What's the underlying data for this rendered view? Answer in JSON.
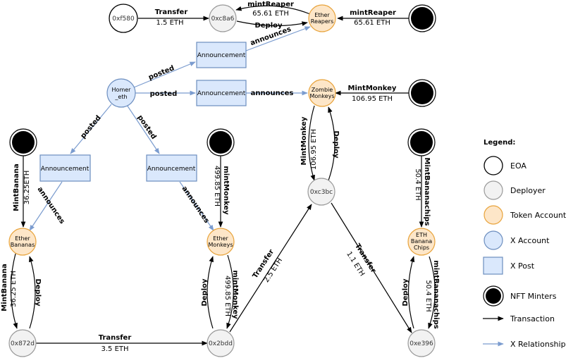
{
  "nodes": {
    "eoa_0xf580": "0xf580",
    "deployer_0xc8a6": "0xc8a6",
    "token_ether_reapers": [
      "Ether",
      "Reapers"
    ],
    "x_homer": [
      "Homer",
      "_eth"
    ],
    "post_announcement": "Announcement",
    "token_zombie_monkeys": [
      "Zombie",
      "Monkeys"
    ],
    "deployer_0xc3bc": "0xc3bc",
    "token_ether_bananas": [
      "Ether",
      "Bananas"
    ],
    "token_ether_monkeys": [
      "Ether",
      "Monkeys"
    ],
    "token_eth_banana_chips": [
      "ETH",
      "Banana",
      "Chips"
    ],
    "deployer_0x872d": "0x872d",
    "deployer_0x2bdd": "0x2bdd",
    "deployer_0xe396": "0xe396"
  },
  "edges": {
    "transfer": "Transfer",
    "transfer_f580_amount": "1.5 ETH",
    "mint_reaper_lower": "mintReaper",
    "mint_reaper_amount": "65.61 ETH",
    "mint_reaper_upper": "mintReaper",
    "deploy_lower": "Deploy",
    "deploy_title": "Deploy",
    "posted": "posted",
    "announces": "announces",
    "mint_monkey_title": "MintMonkey",
    "mint_monkey_amount": "106.95 ETH",
    "mint_monkey_lower": "mintMonkey",
    "mint_monkey_amount_2": "499.85 ETH",
    "mint_banana_title": "MintBanana",
    "mint_banana_amount_compact": "36.25ETH",
    "mint_banana_amount": "36.25 ETH",
    "mint_bananachips_title": "MintBananachips",
    "mint_bananachips_lower": "mintBananachips",
    "mint_bananachips_amount": "50.4 ETH",
    "transfer_3_5": "3.5 ETH",
    "transfer_2_5": "2.5 ETH",
    "transfer_1_1": "1.1 ETH"
  },
  "legend": {
    "title": "Legend:",
    "items": [
      "EOA",
      "Deployer",
      "Token Account",
      "X Account",
      "X Post",
      "NFT Minters",
      "Transaction",
      "X Relationship"
    ]
  },
  "colors": {
    "deployer_fill": "#f2f2f2",
    "deployer_stroke": "#999999",
    "token_fill": "#fde6c8",
    "token_stroke": "#e8a33b",
    "x_fill": "#dae8fc",
    "x_stroke": "#6c8ebf",
    "x_edge": "#7b9ccf",
    "black": "#000000"
  }
}
